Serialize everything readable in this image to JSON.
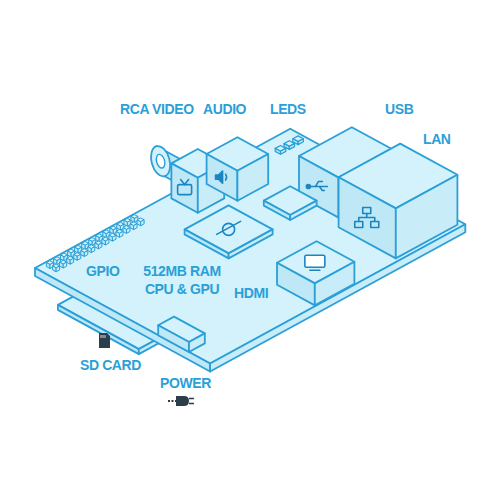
{
  "diagram": {
    "labels": [
      "RCA VIDEO",
      "AUDIO",
      "LEDS",
      "USB",
      "LAN",
      "GPIO",
      "512MB RAM CPU & GPU",
      "HDMI",
      "SD CARD",
      "POWER"
    ]
  }
}
